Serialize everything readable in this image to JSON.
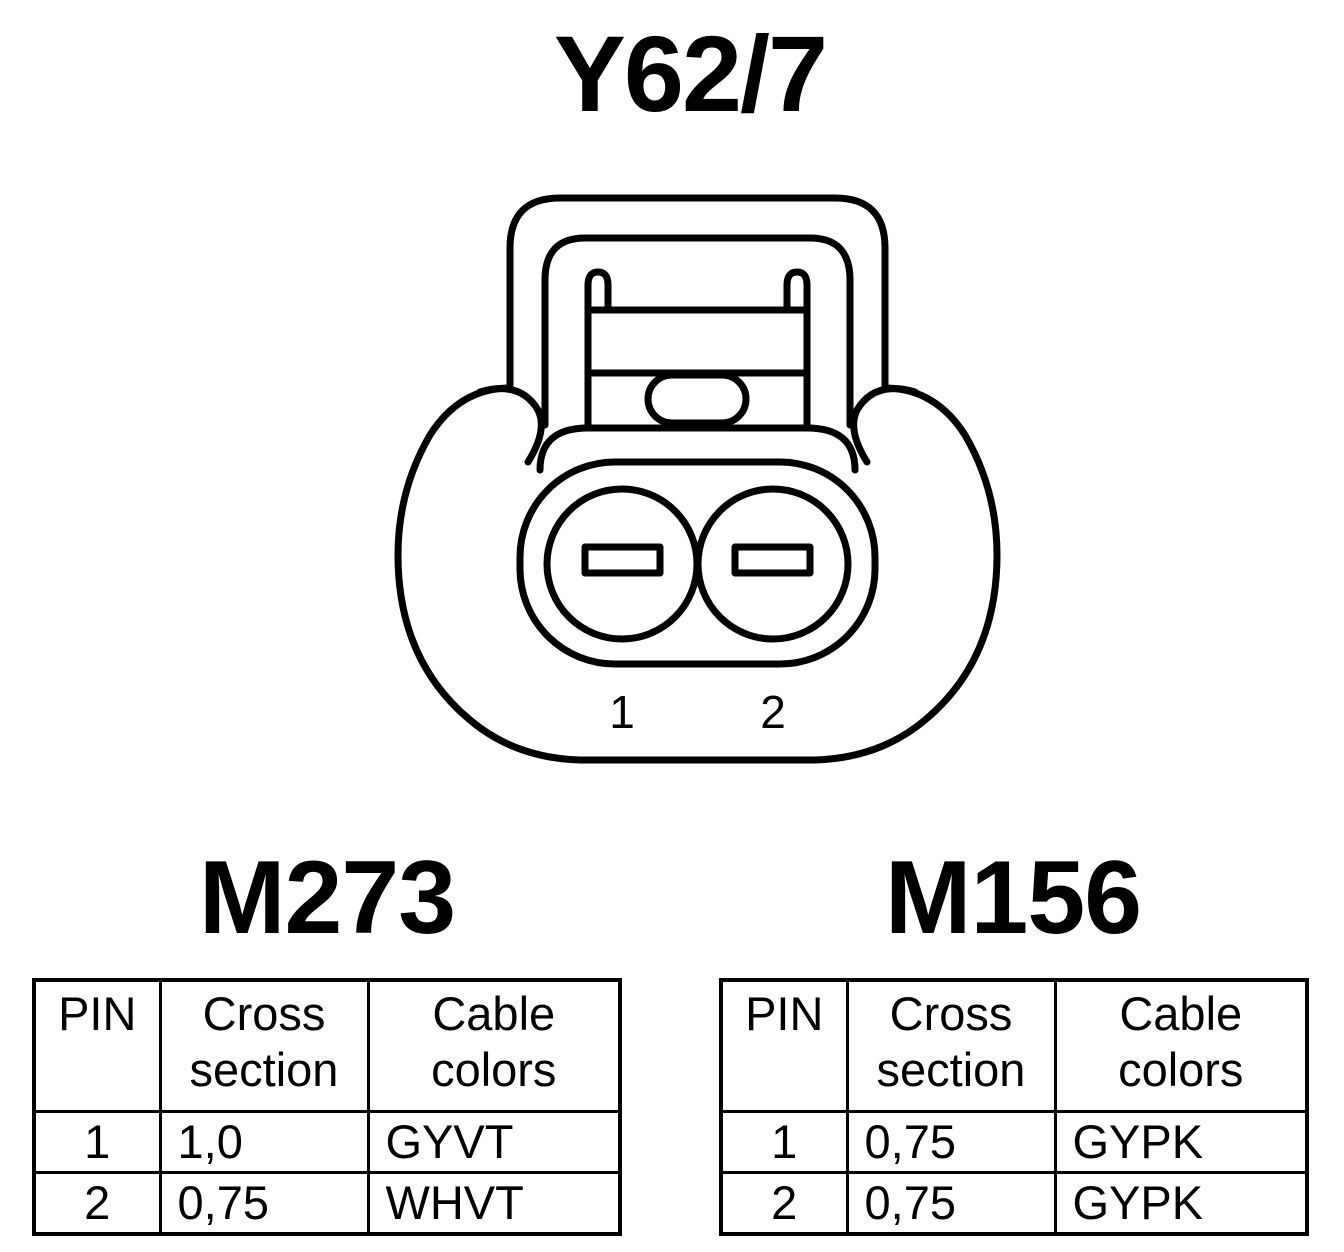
{
  "component_id": "Y62/7",
  "connector": {
    "pin_labels": [
      "1",
      "2"
    ]
  },
  "variants": [
    {
      "engine": "M273",
      "headers": {
        "pin": "PIN",
        "cross_line1": "Cross",
        "cross_line2": "section",
        "cable_line1": "Cable",
        "cable_line2": "colors"
      },
      "rows": [
        {
          "pin": "1",
          "cross_section": "1,0",
          "cable_color": "GYVT"
        },
        {
          "pin": "2",
          "cross_section": "0,75",
          "cable_color": "WHVT"
        }
      ]
    },
    {
      "engine": "M156",
      "headers": {
        "pin": "PIN",
        "cross_line1": "Cross",
        "cross_line2": "section",
        "cable_line1": "Cable",
        "cable_line2": "colors"
      },
      "rows": [
        {
          "pin": "1",
          "cross_section": "0,75",
          "cable_color": "GYPK"
        },
        {
          "pin": "2",
          "cross_section": "0,75",
          "cable_color": "GYPK"
        }
      ]
    }
  ]
}
